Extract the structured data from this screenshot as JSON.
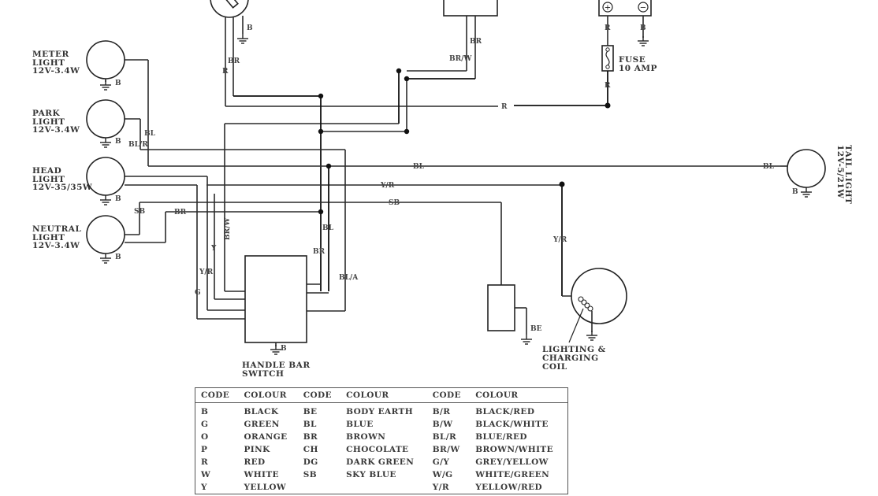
{
  "components": {
    "meter_light": {
      "name": "METER",
      "line2": "LIGHT",
      "rating": "12V-3.4W",
      "ground": "B"
    },
    "park_light": {
      "name": "PARK",
      "line2": "LIGHT",
      "rating": "12V-3.4W",
      "ground": "B"
    },
    "head_light": {
      "name": "HEAD",
      "line2": "LIGHT",
      "rating": "12V-35/35W",
      "ground": "B"
    },
    "neutral_light": {
      "name": "NEUTRAL",
      "line2": "LIGHT",
      "rating": "12V-3.4W",
      "ground": "B"
    },
    "tail_light": {
      "name": "TAIL LIGHT",
      "rating": "12V-5/21W",
      "ground": "B"
    },
    "handle_bar_switch": {
      "name": "HANDLE BAR",
      "line2": "SWITCH",
      "ground": "B"
    },
    "lighting_coil": {
      "name": "LIGHTING &",
      "line2": "CHARGING",
      "line3": "COIL"
    },
    "fuse": {
      "name": "FUSE",
      "rating": "10 AMP"
    },
    "battery": {
      "plus": "+",
      "minus": "−",
      "ground": "B"
    },
    "ignition": {
      "ground": "B"
    },
    "regulator": {
      "ground": "BE"
    }
  },
  "wire_labels": {
    "bl_meter": "BL",
    "blr_park": "BL/R",
    "sb_neutral": "SB",
    "br_neutral": "BR",
    "brw_vertical": "BR/W",
    "y_switch": "Y",
    "yr_switch": "Y/R",
    "g_switch": "G",
    "bl_switch": "BL",
    "br_switch": "BR",
    "bla_switch": "BL/A",
    "ign_br": "BR",
    "ign_r": "R",
    "top_br": "BR",
    "top_brw": "BR/W",
    "main_r": "R",
    "bat_r": "R",
    "fuse_r": "R",
    "tail_bl_mid": "BL",
    "tail_bl": "BL",
    "yr_mid": "Y/R",
    "sb_mid": "SB",
    "yr_coil": "Y/R"
  },
  "legend": {
    "headers": [
      "CODE",
      "COLOUR",
      "CODE",
      "COLOUR",
      "CODE",
      "COLOUR"
    ],
    "rows": [
      [
        "B",
        "BLACK",
        "BE",
        "BODY EARTH",
        "B/R",
        "BLACK/RED"
      ],
      [
        "G",
        "GREEN",
        "BL",
        "BLUE",
        "B/W",
        "BLACK/WHITE"
      ],
      [
        "O",
        "ORANGE",
        "BR",
        "BROWN",
        "BL/R",
        "BLUE/RED"
      ],
      [
        "P",
        "PINK",
        "CH",
        "CHOCOLATE",
        "BR/W",
        "BROWN/WHITE"
      ],
      [
        "R",
        "RED",
        "DG",
        "DARK GREEN",
        "G/Y",
        "GREY/YELLOW"
      ],
      [
        "W",
        "WHITE",
        "SB",
        "SKY BLUE",
        "W/G",
        "WHITE/GREEN"
      ],
      [
        "Y",
        "YELLOW",
        "",
        "",
        "Y/R",
        "YELLOW/RED"
      ]
    ]
  }
}
